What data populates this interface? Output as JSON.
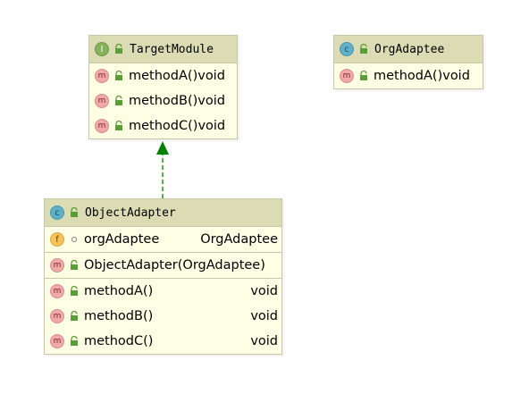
{
  "classes": {
    "target_module": {
      "kind_icon": "interface-icon",
      "kind_letter": "I",
      "title": "TargetModule",
      "methods": [
        {
          "name": "methodA()",
          "type": "void"
        },
        {
          "name": "methodB()",
          "type": "void"
        },
        {
          "name": "methodC()",
          "type": "void"
        }
      ]
    },
    "org_adaptee": {
      "kind_icon": "class-icon",
      "kind_letter": "c",
      "title": "OrgAdaptee",
      "methods": [
        {
          "name": "methodA()",
          "type": "void"
        }
      ]
    },
    "object_adapter": {
      "kind_icon": "class-icon",
      "kind_letter": "c",
      "title": "ObjectAdapter",
      "fields": [
        {
          "name": "orgAdaptee",
          "type": "OrgAdaptee"
        }
      ],
      "constructors": [
        {
          "name": "ObjectAdapter(OrgAdaptee)"
        }
      ],
      "methods": [
        {
          "name": "methodA()",
          "type": "void"
        },
        {
          "name": "methodB()",
          "type": "void"
        },
        {
          "name": "methodC()",
          "type": "void"
        }
      ]
    }
  },
  "member_letters": {
    "method": "m",
    "field": "f"
  },
  "relationship": {
    "type": "implements",
    "from": "ObjectAdapter",
    "to": "TargetModule",
    "line_style": "dashed",
    "color": "#008000"
  },
  "colors": {
    "header_bg": "#dcdcb4",
    "body_bg": "#fefee4",
    "border": "#c8c8a8",
    "arrow": "#008000",
    "lock_green": "#5a9e3a"
  }
}
